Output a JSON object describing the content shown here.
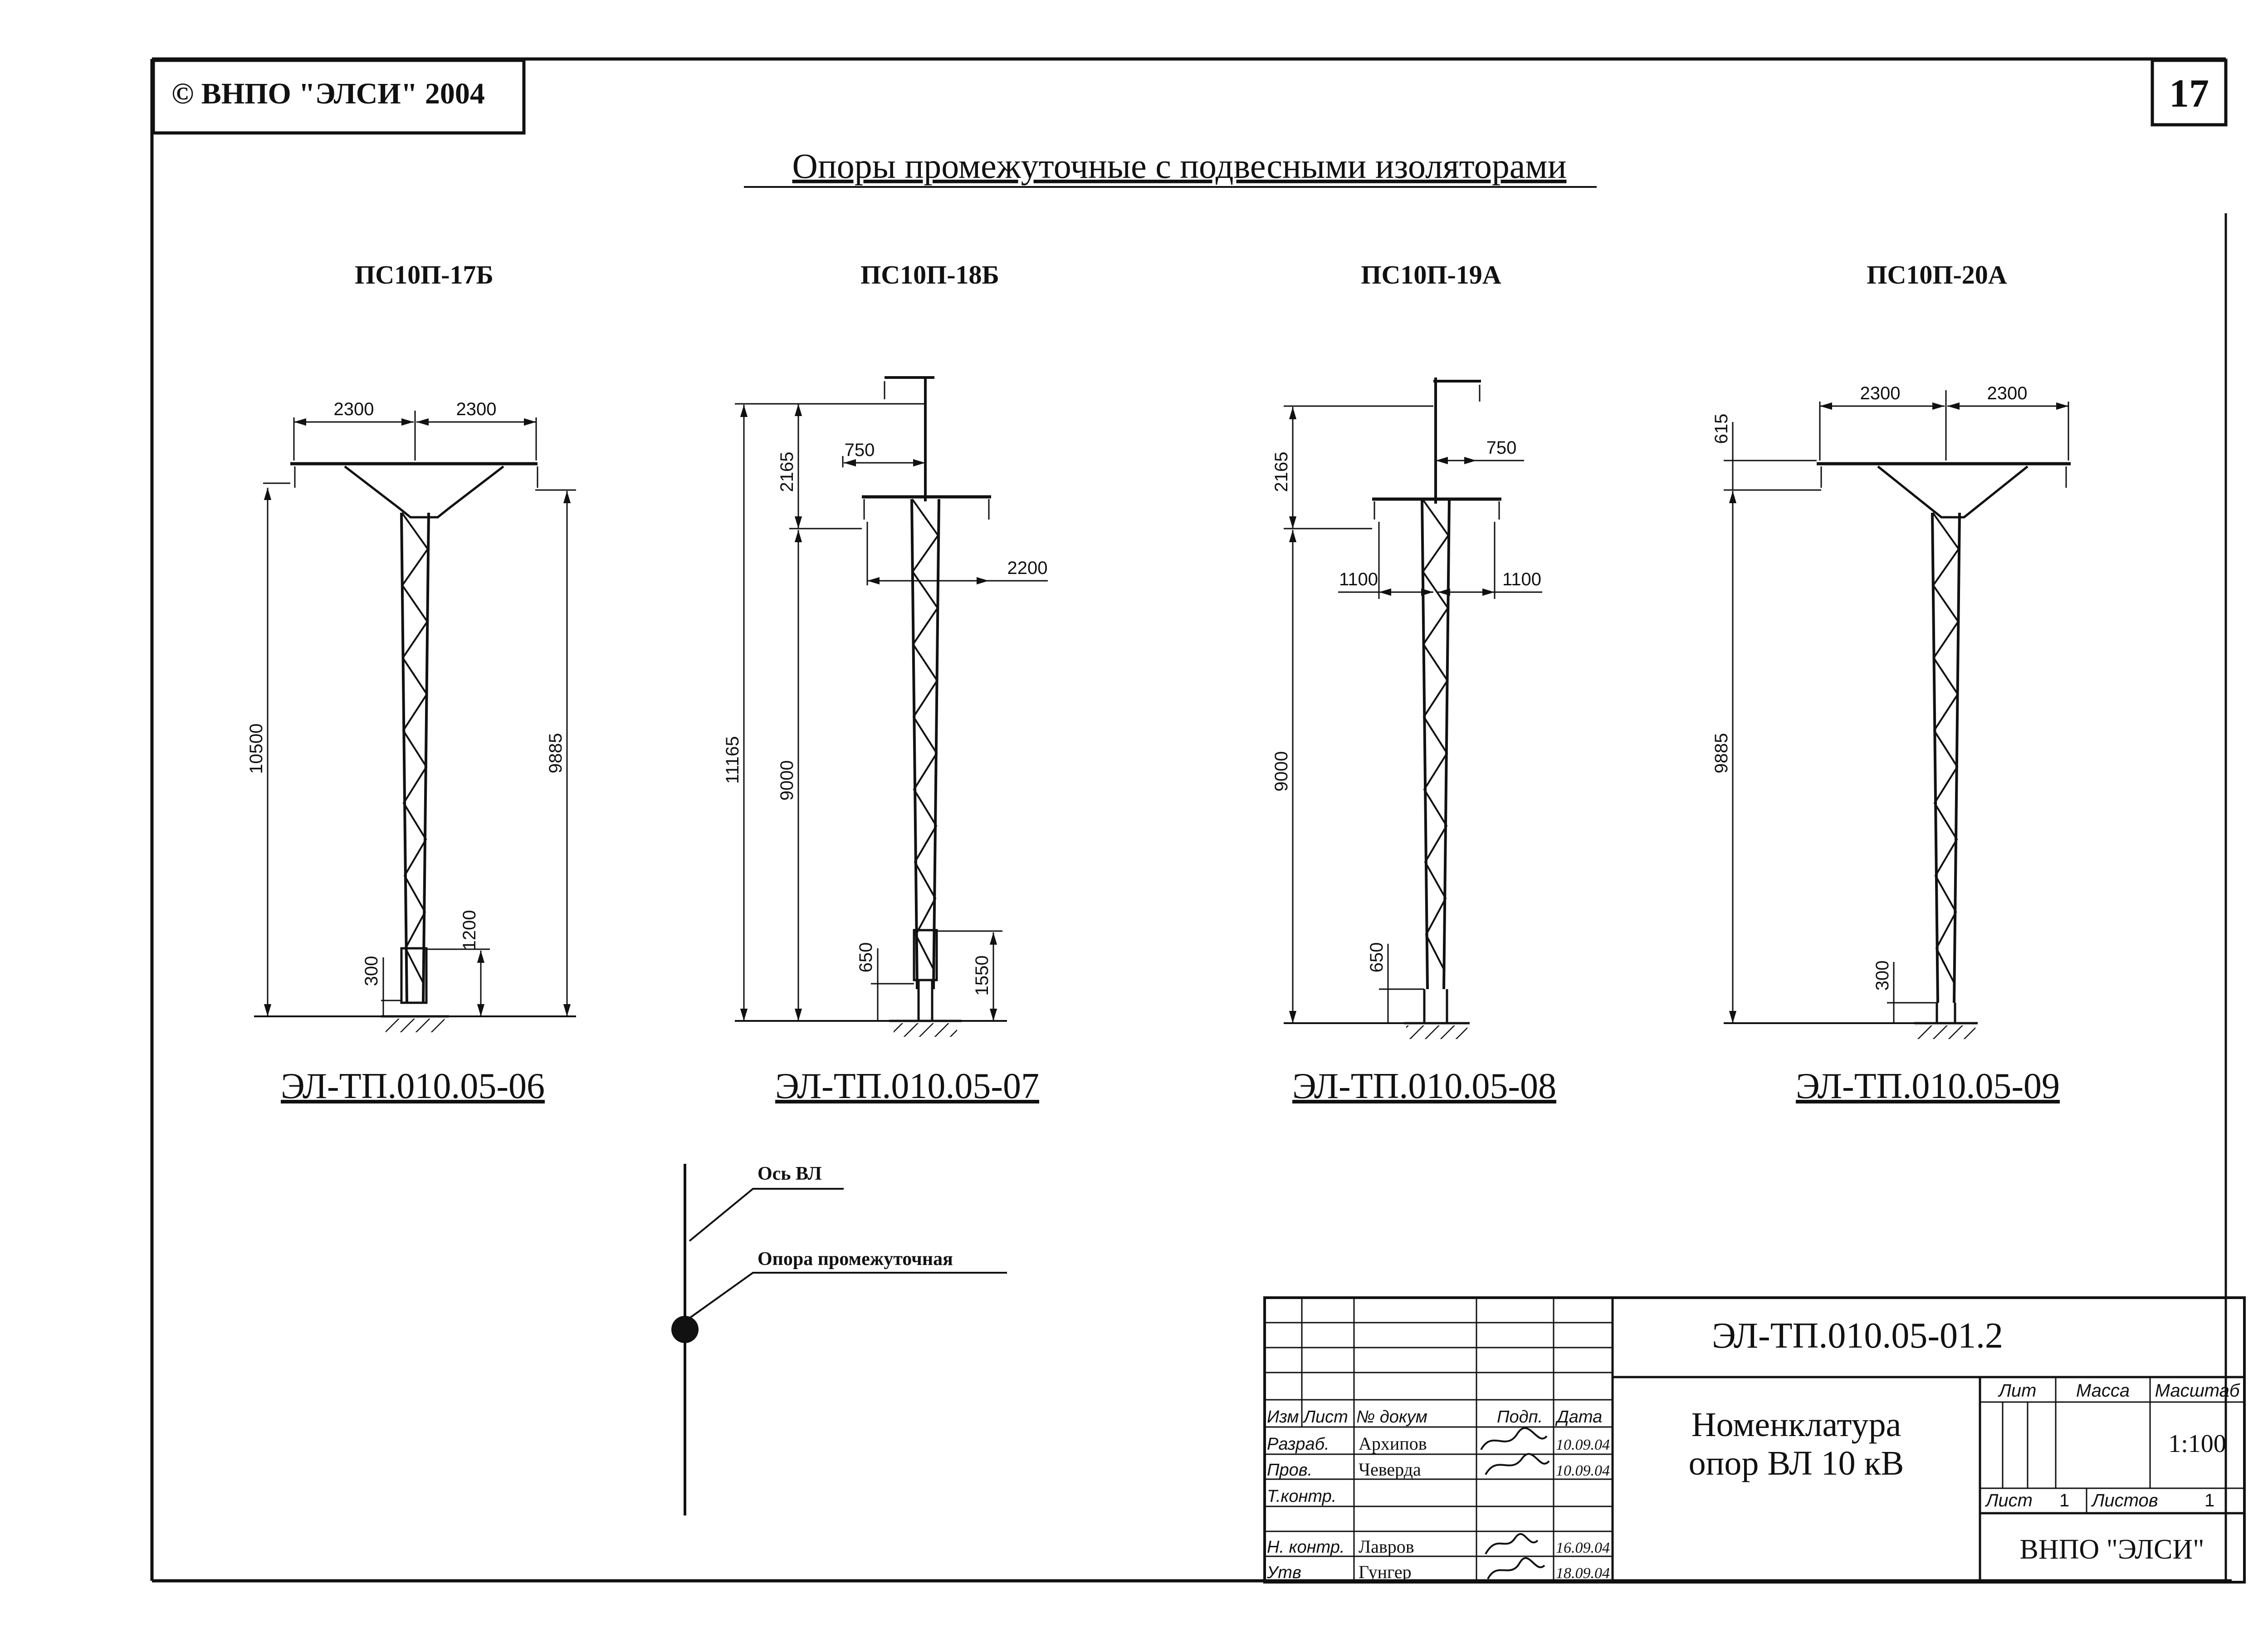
{
  "header": {
    "copyright": "© ВНПО \"ЭЛСИ\" 2004",
    "sheet_number": "17",
    "title": "Опоры промежуточные с подвесными изоляторами"
  },
  "poles": [
    {
      "name": "ПС10П-17Б",
      "code": "ЭЛ-ТП.010.05-06",
      "dims": {
        "left_arm": "2300",
        "right_arm": "2300",
        "total_height": "10500",
        "wire_height": "9885",
        "base_top": "1200",
        "base_depth": "300"
      }
    },
    {
      "name": "ПС10П-18Б",
      "code": "ЭЛ-ТП.010.05-07",
      "dims": {
        "top_offset": "750",
        "top_span": "2165",
        "cross_arm": "2200",
        "total_height": "11165",
        "height_9000": "9000",
        "base_depth": "650",
        "base_top": "1550"
      }
    },
    {
      "name": "ПС10П-19А",
      "code": "ЭЛ-ТП.010.05-08",
      "dims": {
        "top_span": "2165",
        "top_offset": "750",
        "left_arm": "1100",
        "right_arm": "1100",
        "height_9000": "9000",
        "base_depth": "650"
      }
    },
    {
      "name": "ПС10П-20А",
      "code": "ЭЛ-ТП.010.05-09",
      "dims": {
        "left_arm": "2300",
        "right_arm": "2300",
        "top_offset": "615",
        "wire_height": "9885",
        "base_depth": "300"
      }
    }
  ],
  "legend": {
    "axis_label": "Ось ВЛ",
    "pole_label": "Опора промежуточная"
  },
  "title_block": {
    "doc_code": "ЭЛ-ТП.010.05-01.2",
    "doc_title_line1": "Номенклатура",
    "doc_title_line2": "опор ВЛ 10 кВ",
    "col_izm": "Изм",
    "col_list": "Лист",
    "col_docnum": "№ докум",
    "col_sign": "Подп.",
    "col_date": "Дата",
    "row_razrab": "Разраб.",
    "name_razrab": "Архипов",
    "date_razrab": "10.09.04",
    "row_prov": "Пров.",
    "name_prov": "Чеверда",
    "date_prov": "10.09.04",
    "row_tkontr": "Т.контр.",
    "row_nkontr": "Н. контр.",
    "name_nkontr": "Лавров",
    "date_nkontr": "16.09.04",
    "row_utv": "Утв",
    "name_utv": "Гунгер",
    "date_utv": "18.09.04",
    "lit_label": "Лит",
    "mass_label": "Масса",
    "scale_label": "Масштаб",
    "scale_value": "1:100",
    "sheet_label": "Лист",
    "sheet_value": "1",
    "sheets_label": "Листов",
    "sheets_value": "1",
    "organization": "ВНПО \"ЭЛСИ\""
  }
}
